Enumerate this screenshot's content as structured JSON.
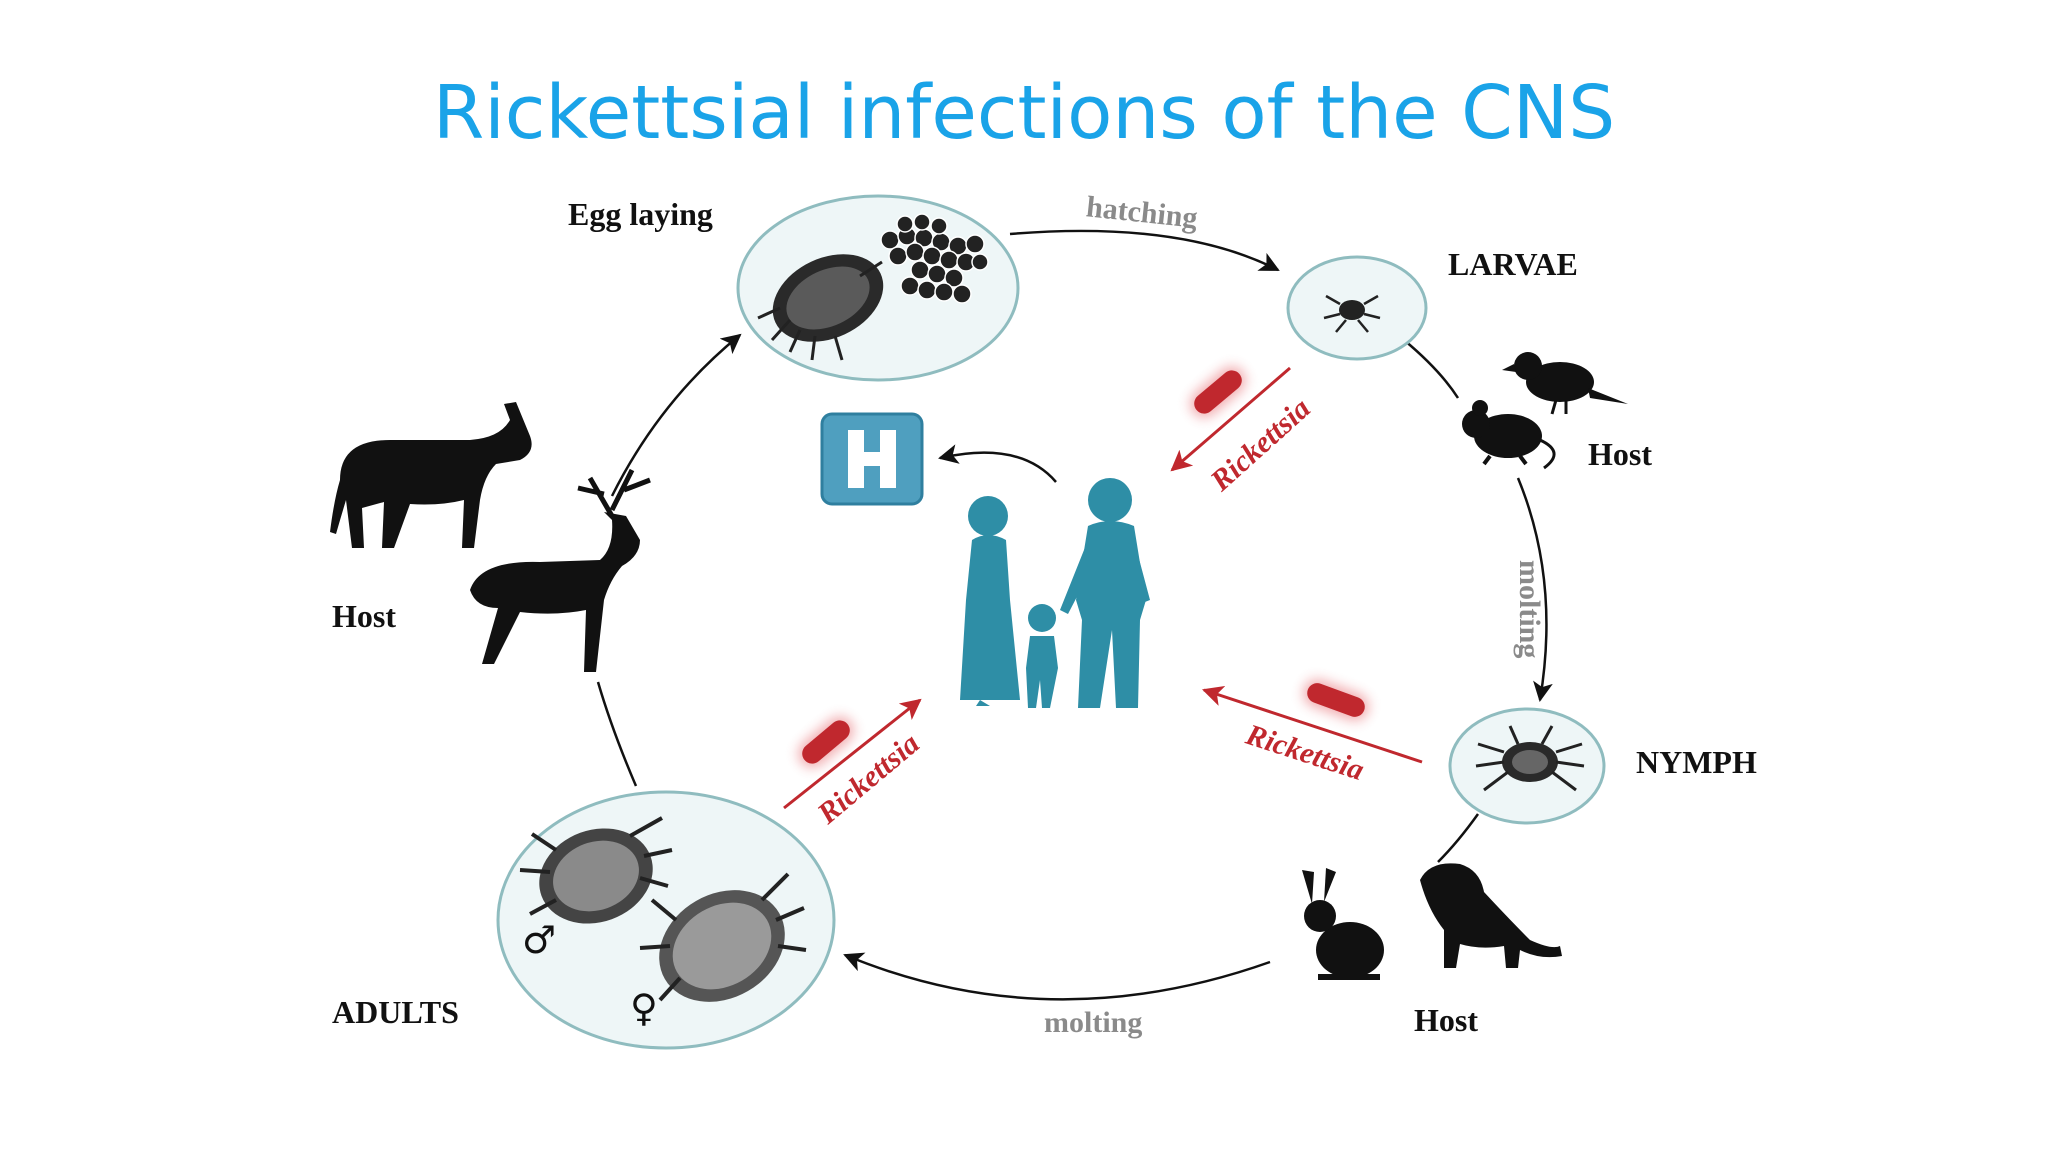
{
  "slide": {
    "title": "Rickettsial infections of the CNS"
  },
  "stages": {
    "egg_laying": "Egg laying",
    "larvae": "LARVAE",
    "nymph": "NYMPH",
    "adults": "ADULTS"
  },
  "hosts": {
    "host_larvae": "Host",
    "host_nymph": "Host",
    "host_adults": "Host"
  },
  "transitions": {
    "hatching": "hatching",
    "molting_right": "molting",
    "molting_bottom": "molting"
  },
  "pathogen": {
    "label_larvae": "Rickettsia",
    "label_nymph": "Rickettsia",
    "label_adults": "Rickettsia"
  },
  "hospital": {
    "letter": "H"
  },
  "sex_symbols": {
    "male": "♂",
    "female": "♀"
  },
  "colors": {
    "title": "#1aa3e8",
    "circle_fill": "#eef6f7",
    "circle_stroke": "#8fbcbf",
    "family": "#2e8ea6",
    "hospital": "#4f9fbf",
    "pathogen": "#c0282e"
  }
}
